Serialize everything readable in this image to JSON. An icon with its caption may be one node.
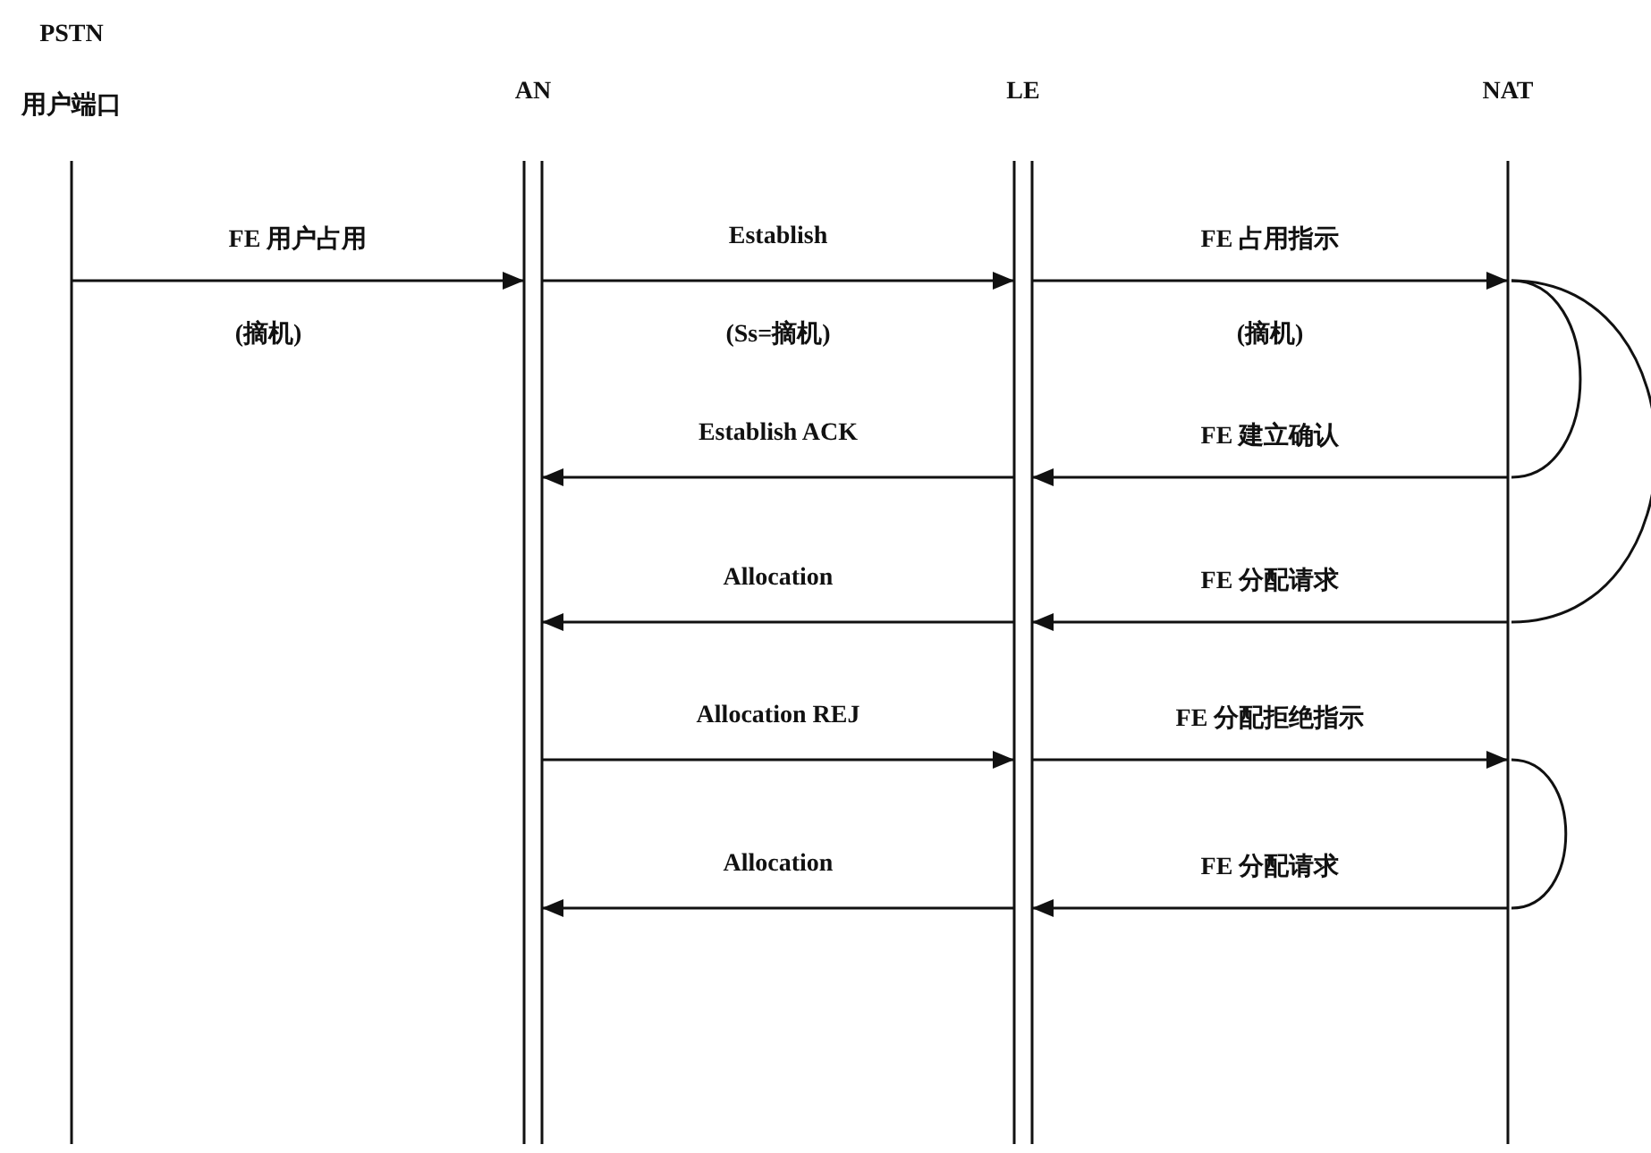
{
  "diagram": {
    "nodes": [
      {
        "text": [
          "PSTN 用户端口"
        ]
      },
      {
        "text": [
          "AN"
        ]
      },
      {
        "text": [
          "LE"
        ]
      },
      {
        "text": [
          "NAT"
        ]
      }
    ],
    "edges": [
      {
        "from": 0,
        "to": 1,
        "arrow": "to",
        "label": "FE 用户占用"
      },
      {
        "from": 1,
        "to": 2,
        "arrow": "to",
        "label": "Establish"
      },
      {
        "from": 2,
        "to": 3,
        "arrow": "to",
        "label": "FE 占用指示"
      },
      {
        "from": 2,
        "to": 1,
        "arrow": "to",
        "label": "Establish ACK"
      },
      {
        "from": 3,
        "to": 2,
        "arrow": "to",
        "label": "FE 建立确认"
      },
      {
        "from": 2,
        "to": 1,
        "arrow": "to",
        "label": "Allocation"
      },
      {
        "from": 3,
        "to": 2,
        "arrow": "to",
        "label": "FE 分配请求"
      },
      {
        "from": 1,
        "to": 2,
        "arrow": "to",
        "label": "Allocation REJ"
      },
      {
        "from": 2,
        "to": 3,
        "arrow": "to",
        "label": "FE 分配拒绝指示"
      },
      {
        "from": 2,
        "to": 1,
        "arrow": "to",
        "label": "Allocation"
      },
      {
        "from": 3,
        "to": 2,
        "arrow": "to",
        "label": "FE 分配请求"
      }
    ],
    "labels": [
      "(摘机)",
      "(Ss=摘机)",
      "(摘机)"
    ]
  }
}
